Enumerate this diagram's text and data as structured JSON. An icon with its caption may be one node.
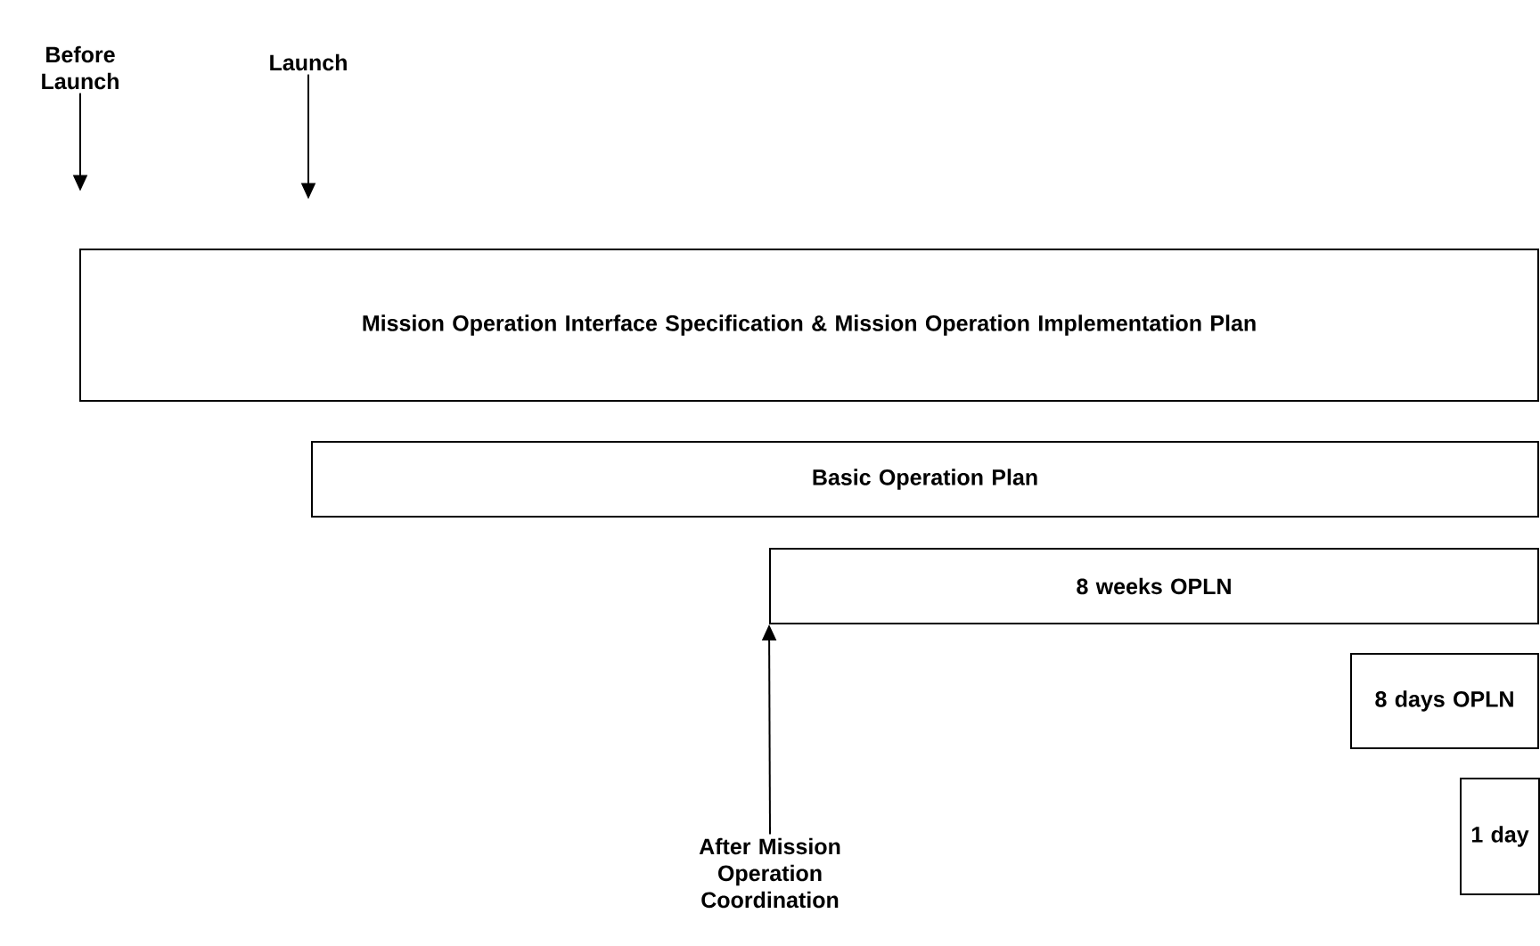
{
  "diagram": {
    "nodes": [
      {
        "text": [
          "Before Launch"
        ]
      },
      {
        "text": [
          "Launch"
        ]
      },
      {
        "text": [
          "Mission Operation Interface Specification & Mission Operation Implementation Plan"
        ]
      },
      {
        "text": [
          "Basic Operation Plan"
        ]
      },
      {
        "text": [
          "8 weeks OPLN"
        ]
      },
      {
        "text": [
          "8 days OPLN"
        ]
      },
      {
        "text": [
          "1 day"
        ]
      },
      {
        "text": [
          "After Mission Operation Coordination"
        ]
      }
    ],
    "edges": [
      {
        "from": 0,
        "to": null,
        "arrow": "to"
      },
      {
        "from": 1,
        "to": null,
        "arrow": "to"
      },
      {
        "from": 7,
        "to": 4,
        "arrow": "to"
      }
    ]
  }
}
